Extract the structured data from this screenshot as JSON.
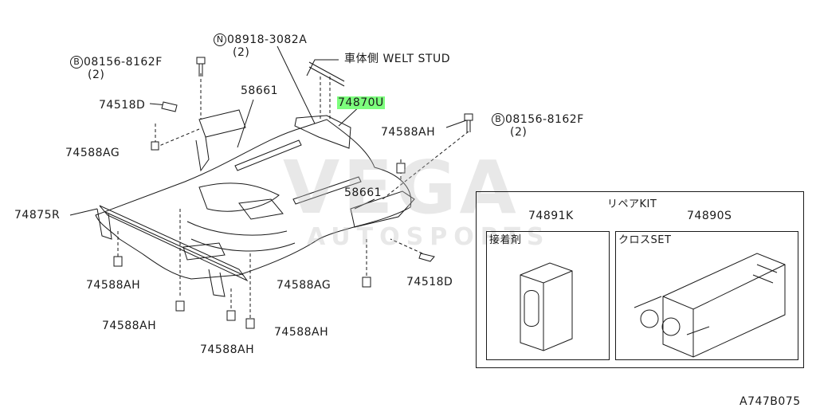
{
  "watermark": {
    "brand": "VEGA",
    "sub": "AUTOSPORTS"
  },
  "callouts": {
    "n_bolt": {
      "prefix": "N",
      "code": "08918-3082A",
      "qty": "(2)"
    },
    "b_bolt_left": {
      "prefix": "B",
      "code": "08156-8162F",
      "qty": "(2)"
    },
    "b_bolt_right": {
      "prefix": "B",
      "code": "08156-8162F",
      "qty": "(2)"
    },
    "welt_stud": "車体側 WELT STUD",
    "p58661_top": "58661",
    "p74870u": "74870U",
    "p74518d_left": "74518D",
    "p74588ag_left": "74588AG",
    "p74588ah_right": "74588AH",
    "p58661_mid": "58661",
    "p74875r": "74875R",
    "p74588ah_1": "74588AH",
    "p74588ag_mid": "74588AG",
    "p74518d_right": "74518D",
    "p74588ah_2": "74588AH",
    "p74588ah_3": "74588AH",
    "p74588ah_4": "74588AH"
  },
  "repair_kit": {
    "title": "リペアKIT",
    "part_a": {
      "number": "74891K",
      "label": "接着剤"
    },
    "part_b": {
      "number": "74890S",
      "label": "クロスSET"
    }
  },
  "diagram_code": "A747B075",
  "colors": {
    "highlight": "#7dff7d",
    "line": "#1a1a1a"
  }
}
